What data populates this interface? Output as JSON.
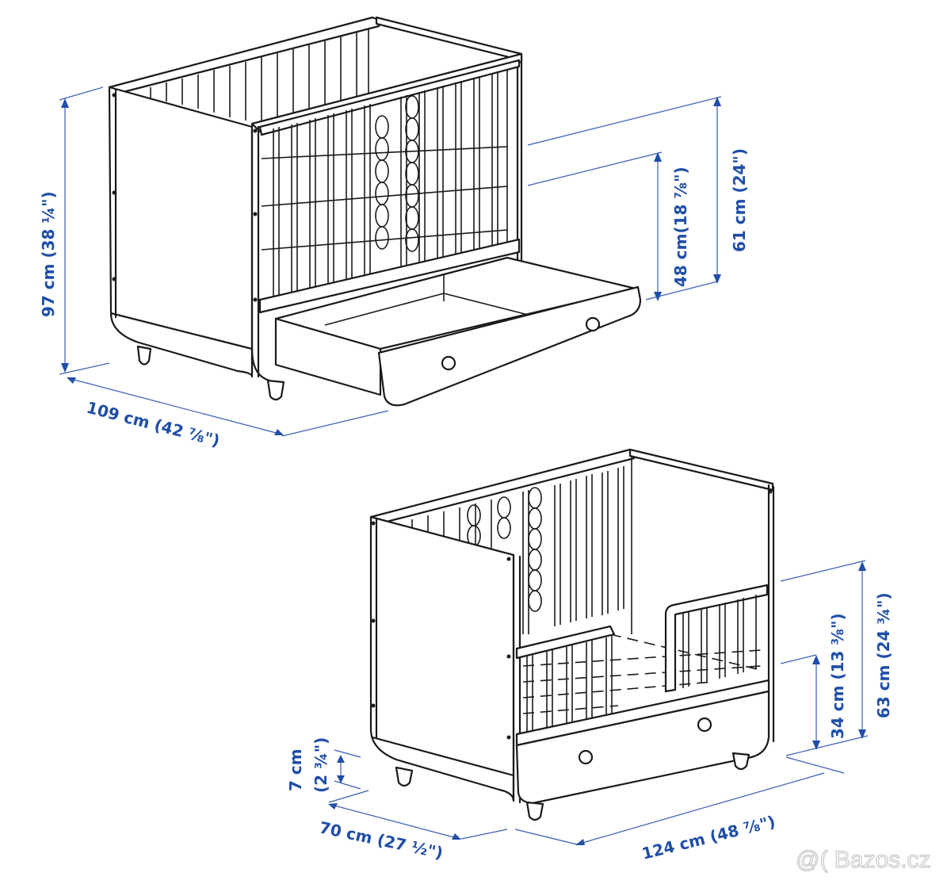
{
  "diagram": {
    "subject": "Baby crib with storage drawer — dimension drawing",
    "figures": [
      {
        "name": "crib-configuration",
        "dimensions": {
          "height": "97 cm (38 ¼\")",
          "length": "109 cm (42 ⅞\")",
          "inner_rail_height": "48 cm(18 ⅞\")",
          "side_height": "61 cm (24\")"
        }
      },
      {
        "name": "toddler-bed-configuration",
        "dimensions": {
          "leg_height_cm": "7 cm",
          "leg_height_in": "(2 ¾\")",
          "width": "70 cm (27 ½\")",
          "length": "124 cm (48 ⅞\")",
          "guard_height": "34 cm (13 ⅜\")",
          "total_height": "63 cm (24 ¾\")"
        }
      }
    ],
    "colors": {
      "line_art": "#1a1a1a",
      "dimension": "#1f4ea8",
      "background": "#ffffff"
    }
  },
  "watermark": {
    "text": "@( Bazos.cz"
  }
}
